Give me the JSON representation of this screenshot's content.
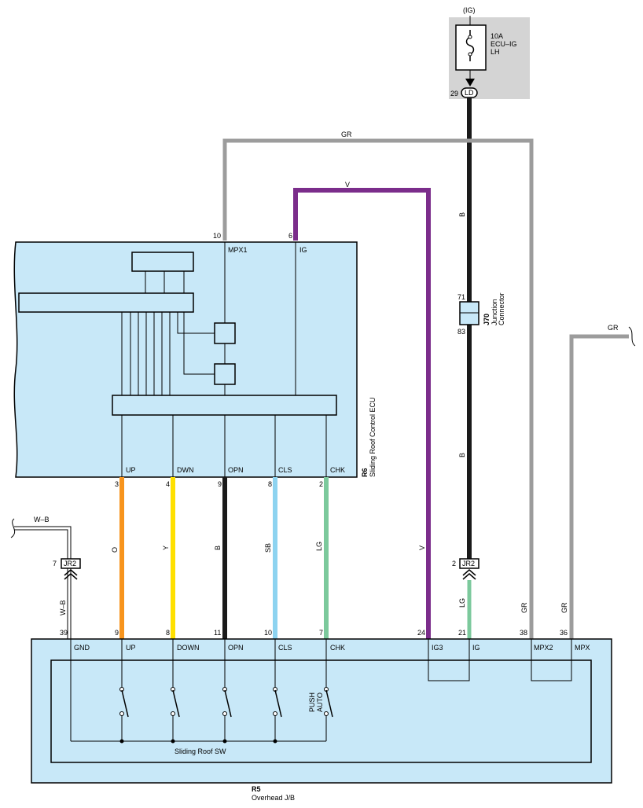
{
  "fuse": {
    "supply": "(IG)",
    "rating": "10A",
    "name": "ECU–IG",
    "side": "LH",
    "pin": "29",
    "connector": "LD"
  },
  "wires": {
    "gr_top": "GR",
    "v_top": "V",
    "b_upper": "B",
    "b_lower": "B",
    "gr_right": "GR",
    "wb_top": "W–B",
    "wb_left": "W–B",
    "orange": "O",
    "yellow": "Y",
    "black": "B",
    "skyblue": "SB",
    "lightgreen": "LG",
    "violet": "V",
    "lg_jr2": "LG",
    "gr_mpx2": "GR",
    "gr_mpx": "GR"
  },
  "ecu": {
    "code": "R6",
    "name": "Sliding Roof Control ECU",
    "top_pins": [
      {
        "pin": "10",
        "label": "MPX1"
      },
      {
        "pin": "6",
        "label": "IG"
      }
    ],
    "bottom_pins": [
      {
        "pin": "3",
        "label": "UP"
      },
      {
        "pin": "4",
        "label": "DWN"
      },
      {
        "pin": "9",
        "label": "OPN"
      },
      {
        "pin": "8",
        "label": "CLS"
      },
      {
        "pin": "2",
        "label": "CHK"
      }
    ]
  },
  "junction": {
    "code": "J70",
    "name": "Junction Connector",
    "pin_in": "71",
    "pin_out": "83"
  },
  "jr2_left": {
    "pin": "7",
    "label": "JR2"
  },
  "jr2_right": {
    "pin": "2",
    "label": "JR2"
  },
  "jb": {
    "code": "R5",
    "name": "Overhead J/B",
    "pins": [
      {
        "pin": "39",
        "label": "GND"
      },
      {
        "pin": "9",
        "label": "UP"
      },
      {
        "pin": "8",
        "label": "DOWN"
      },
      {
        "pin": "11",
        "label": "OPN"
      },
      {
        "pin": "10",
        "label": "CLS"
      },
      {
        "pin": "7",
        "label": "CHK"
      },
      {
        "pin": "24",
        "label": "IG3"
      },
      {
        "pin": "21",
        "label": "IG"
      },
      {
        "pin": "38",
        "label": "MPX2"
      },
      {
        "pin": "36",
        "label": "MPX"
      }
    ],
    "switch_name": "Sliding Roof SW",
    "push_label": "PUSH",
    "auto_label": "AUTO"
  },
  "colors": {
    "gray": "#9c9c9c",
    "violet": "#7b2d8b",
    "black": "#1a1a1a",
    "orange": "#f7941d",
    "yellow": "#ffe000",
    "skyblue": "#8dd3f0",
    "lightgreen": "#7cc99c",
    "box": "#c8e8f8",
    "fuse_area": "#d4d4d4"
  }
}
